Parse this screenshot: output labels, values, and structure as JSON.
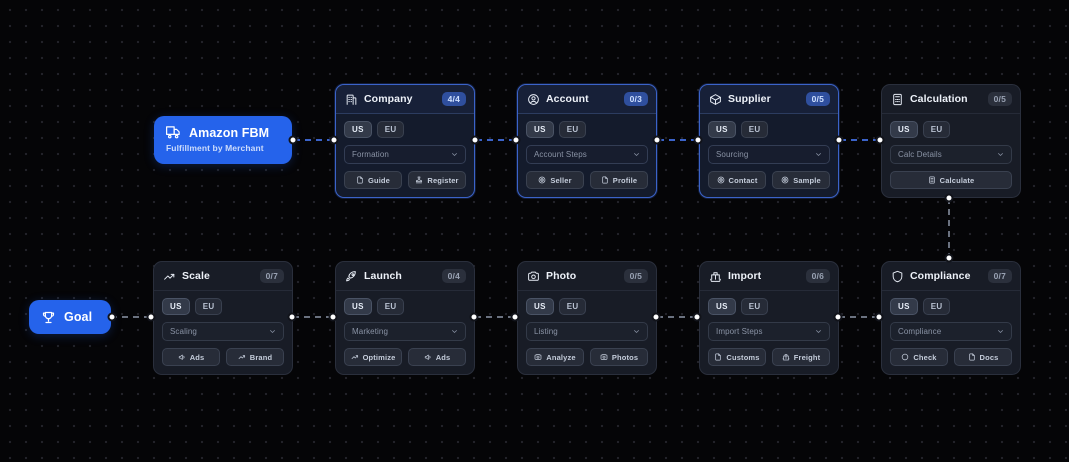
{
  "canvas": {
    "background_color": "#050507",
    "grid_dot_color": "#23242b",
    "accent_color": "#2563eb",
    "selected_border_color": "#3b63c9",
    "edge_active_color": "#3b63c9",
    "edge_muted_color": "#6b7280"
  },
  "start_nodes": [
    {
      "id": "amazon-fbm",
      "icon": "truck-icon",
      "title": "Amazon FBM",
      "subtitle": "Fulfillment by Merchant"
    },
    {
      "id": "goal",
      "icon": "trophy-icon",
      "title": "Goal",
      "subtitle": ""
    }
  ],
  "nodes": [
    {
      "id": "company",
      "icon": "building-icon",
      "title": "Company",
      "badge": "4/4",
      "badge_style": "blue",
      "selected": true,
      "regions": [
        {
          "label": "US",
          "active": true
        },
        {
          "label": "EU",
          "active": false
        }
      ],
      "select": {
        "value": "Formation"
      },
      "actions": [
        {
          "icon": "document-icon",
          "label": "Guide"
        },
        {
          "icon": "stamp-icon",
          "label": "Register"
        }
      ]
    },
    {
      "id": "account",
      "icon": "user-circle-icon",
      "title": "Account",
      "badge": "0/3",
      "badge_style": "blue",
      "selected": true,
      "regions": [
        {
          "label": "US",
          "active": true
        },
        {
          "label": "EU",
          "active": false
        }
      ],
      "select": {
        "value": "Account Steps"
      },
      "actions": [
        {
          "icon": "target-icon",
          "label": "Seller"
        },
        {
          "icon": "document-icon",
          "label": "Profile"
        }
      ]
    },
    {
      "id": "supplier",
      "icon": "box-icon",
      "title": "Supplier",
      "badge": "0/5",
      "badge_style": "blue",
      "selected": true,
      "regions": [
        {
          "label": "US",
          "active": true
        },
        {
          "label": "EU",
          "active": false
        }
      ],
      "select": {
        "value": "Sourcing"
      },
      "actions": [
        {
          "icon": "target-icon",
          "label": "Contact"
        },
        {
          "icon": "target-icon",
          "label": "Sample"
        }
      ]
    },
    {
      "id": "calculation",
      "icon": "calculator-icon",
      "title": "Calculation",
      "badge": "0/5",
      "badge_style": "gray",
      "selected": false,
      "regions": [
        {
          "label": "US",
          "active": true
        },
        {
          "label": "EU",
          "active": false
        }
      ],
      "select": {
        "value": "Calc Details"
      },
      "actions": [
        {
          "icon": "calculator-icon",
          "label": "Calculate"
        }
      ]
    },
    {
      "id": "scale",
      "icon": "trending-up-icon",
      "title": "Scale",
      "badge": "0/7",
      "badge_style": "gray",
      "selected": false,
      "regions": [
        {
          "label": "US",
          "active": true
        },
        {
          "label": "EU",
          "active": false
        }
      ],
      "select": {
        "value": "Scaling"
      },
      "actions": [
        {
          "icon": "megaphone-icon",
          "label": "Ads"
        },
        {
          "icon": "trending-up-icon",
          "label": "Brand"
        }
      ]
    },
    {
      "id": "launch",
      "icon": "rocket-icon",
      "title": "Launch",
      "badge": "0/4",
      "badge_style": "gray",
      "selected": false,
      "regions": [
        {
          "label": "US",
          "active": true
        },
        {
          "label": "EU",
          "active": false
        }
      ],
      "select": {
        "value": "Marketing"
      },
      "actions": [
        {
          "icon": "trending-up-icon",
          "label": "Optimize"
        },
        {
          "icon": "megaphone-icon",
          "label": "Ads"
        }
      ]
    },
    {
      "id": "photo",
      "icon": "camera-icon",
      "title": "Photo",
      "badge": "0/5",
      "badge_style": "gray",
      "selected": false,
      "regions": [
        {
          "label": "US",
          "active": true
        },
        {
          "label": "EU",
          "active": false
        }
      ],
      "select": {
        "value": "Listing"
      },
      "actions": [
        {
          "icon": "camera-icon",
          "label": "Analyze"
        },
        {
          "icon": "camera-icon",
          "label": "Photos"
        }
      ]
    },
    {
      "id": "import",
      "icon": "ship-icon",
      "title": "Import",
      "badge": "0/6",
      "badge_style": "gray",
      "selected": false,
      "regions": [
        {
          "label": "US",
          "active": true
        },
        {
          "label": "EU",
          "active": false
        }
      ],
      "select": {
        "value": "Import Steps"
      },
      "actions": [
        {
          "icon": "document-icon",
          "label": "Customs"
        },
        {
          "icon": "ship-icon",
          "label": "Freight"
        }
      ]
    },
    {
      "id": "compliance",
      "icon": "shield-icon",
      "title": "Compliance",
      "badge": "0/7",
      "badge_style": "gray",
      "selected": false,
      "regions": [
        {
          "label": "US",
          "active": true
        },
        {
          "label": "EU",
          "active": false
        }
      ],
      "select": {
        "value": "Compliance"
      },
      "actions": [
        {
          "icon": "circle-icon",
          "label": "Check"
        },
        {
          "icon": "document-icon",
          "label": "Docs"
        }
      ]
    }
  ],
  "edges": [
    {
      "from": "amazon-fbm",
      "to": "company",
      "style": "active"
    },
    {
      "from": "company",
      "to": "account",
      "style": "active"
    },
    {
      "from": "account",
      "to": "supplier",
      "style": "active"
    },
    {
      "from": "supplier",
      "to": "calculation",
      "style": "active"
    },
    {
      "from": "calculation",
      "to": "compliance",
      "style": "muted"
    },
    {
      "from": "compliance",
      "to": "import",
      "style": "muted"
    },
    {
      "from": "import",
      "to": "photo",
      "style": "muted"
    },
    {
      "from": "photo",
      "to": "launch",
      "style": "muted"
    },
    {
      "from": "launch",
      "to": "scale",
      "style": "muted"
    },
    {
      "from": "scale",
      "to": "goal",
      "style": "muted"
    }
  ]
}
